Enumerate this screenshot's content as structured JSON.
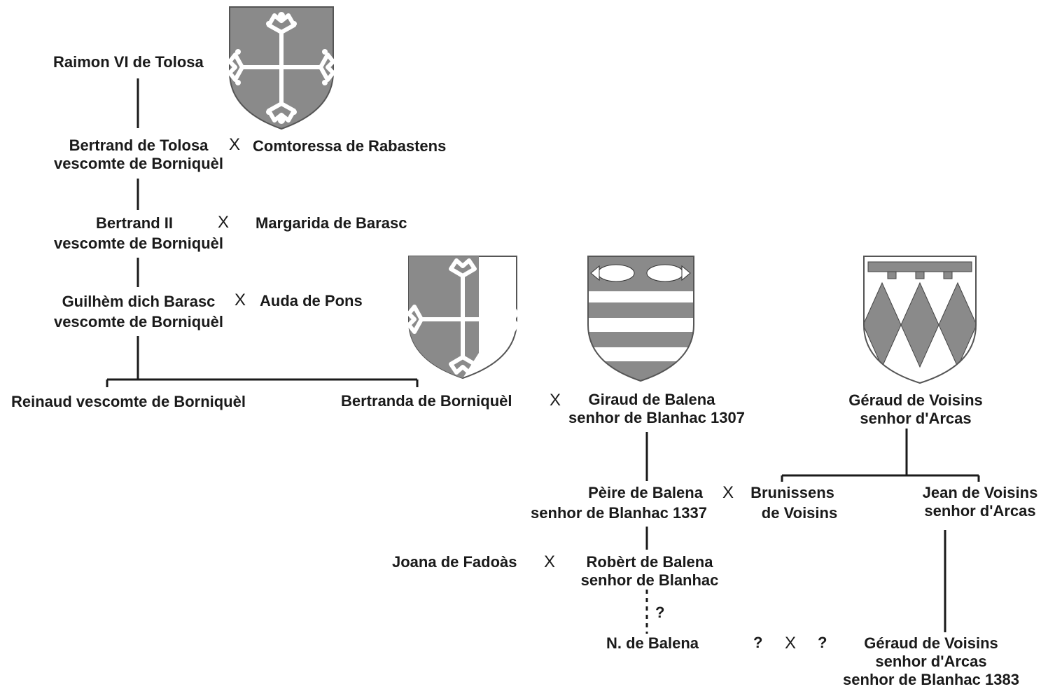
{
  "people": {
    "raimon": "Raimon VI de Tolosa",
    "bertrand1": "Bertrand de Tolosa",
    "bertrand1_title": "vescomte de Borniquèl",
    "comtoressa": "Comtoressa de Rabastens",
    "bertrand2": "Bertrand II",
    "bertrand2_title": "vescomte de Borniquèl",
    "margarida": "Margarida de Barasc",
    "guilhem": "Guilhèm dich Barasc",
    "guilhem_title": "vescomte de Borniquèl",
    "auda": "Auda de Pons",
    "reinaud": "Reinaud vescomte de Borniquèl",
    "bertranda": "Bertranda de Borniquèl",
    "giraud": "Giraud de Balena",
    "giraud_title": "senhor de Blanhac 1307",
    "geraud1": "Géraud de Voisins",
    "geraud1_title": "senhor d'Arcas",
    "peire": "Pèire de Balena",
    "peire_title": "senhor de Blanhac 1337",
    "brunissens1": "Brunissens",
    "brunissens2": "de Voisins",
    "jean": "Jean de Voisins",
    "jean_title": "senhor d'Arcas",
    "joana": "Joana de Fadoàs",
    "robert": "Robèrt de Balena",
    "robert_title": "senhor de Blanhac",
    "nbalena": "N. de Balena",
    "geraud2": "Géraud de Voisins",
    "geraud2_title1": "senhor d'Arcas",
    "geraud2_title2": "senhor de Blanhac 1383"
  },
  "symbols": {
    "marriage": "X",
    "unknown": "?"
  },
  "shields": [
    {
      "name": "toulouse-cross-shield",
      "color": "#8a8a8a"
    },
    {
      "name": "borniquel-cross-shield",
      "color": "#8a8a8a"
    },
    {
      "name": "balena-fish-shield",
      "color": "#8a8a8a"
    },
    {
      "name": "voisins-lozenge-shield",
      "color": "#8a8a8a"
    }
  ]
}
